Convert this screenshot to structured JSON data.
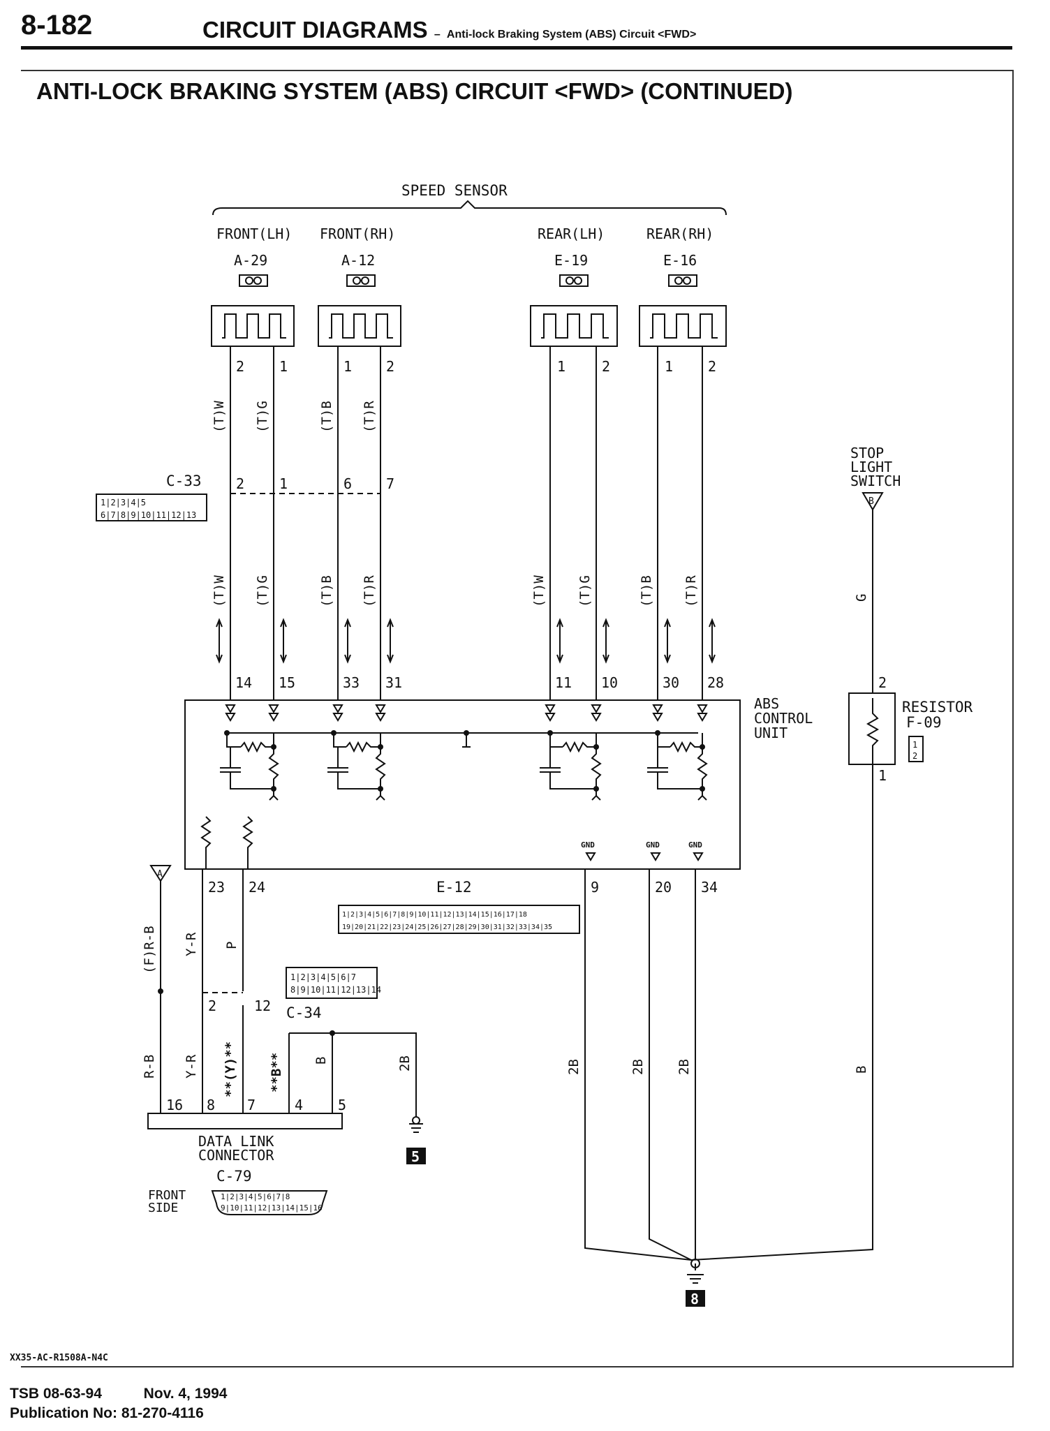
{
  "header": {
    "page_number": "8-182",
    "title": "CIRCUIT DIAGRAMS",
    "dash": "–",
    "subtitle": "Anti-lock Braking System (ABS) Circuit <FWD>"
  },
  "section_title": "ANTI-LOCK BRAKING SYSTEM (ABS) CIRCUIT <FWD> (CONTINUED)",
  "diagram": {
    "speed_sensor_label": "SPEED SENSOR",
    "sensors": [
      {
        "name": "FRONT(LH)",
        "connector": "A-29",
        "pin_left": "2",
        "pin_right": "1"
      },
      {
        "name": "FRONT(RH)",
        "connector": "A-12",
        "pin_left": "1",
        "pin_right": "2"
      },
      {
        "name": "REAR(LH)",
        "connector": "E-19",
        "pin_left": "1",
        "pin_right": "2"
      },
      {
        "name": "REAR(RH)",
        "connector": "E-16",
        "pin_left": "1",
        "pin_right": "2"
      }
    ],
    "wire_colors_upper": [
      "(T)W",
      "(T)G",
      "(T)B",
      "(T)R"
    ],
    "wire_colors_lower": [
      "(T)W",
      "(T)G",
      "(T)B",
      "(T)R",
      "(T)W",
      "(T)G",
      "(T)B",
      "(T)R"
    ],
    "c33": {
      "label": "C-33",
      "pins": [
        "2",
        "1",
        "6",
        "7"
      ],
      "grid_row1": [
        "1",
        "2",
        "",
        "",
        "3",
        "4",
        "5"
      ],
      "grid_row2": [
        "6",
        "7",
        "8",
        "9",
        "10",
        "11",
        "12",
        "13"
      ]
    },
    "ecu_pins_top": [
      "14",
      "15",
      "33",
      "31",
      "11",
      "10",
      "30",
      "28"
    ],
    "ecu_label": "ABS CONTROL UNIT",
    "ecu_label_lines": [
      "ABS",
      "CONTROL",
      "UNIT"
    ],
    "gnd_label": "GND",
    "ecu_pins_bottom": [
      "23",
      "24",
      "9",
      "20",
      "34"
    ],
    "e12": {
      "label": "E-12",
      "grid_row1": [
        "1",
        "2",
        "3",
        "4",
        "5",
        "6",
        "7",
        "8",
        "9",
        "10",
        "11",
        "12",
        "13",
        "14",
        "15",
        "16",
        "17",
        "18"
      ],
      "grid_row2": [
        "19",
        "20",
        "21",
        "22",
        "23",
        "24",
        "25",
        "26",
        "27",
        "28",
        "29",
        "30",
        "31",
        "32",
        "33",
        "34",
        "35"
      ]
    },
    "stop_light": {
      "lines": [
        "STOP",
        "LIGHT",
        "SWITCH"
      ],
      "marker": "B",
      "wire": "G"
    },
    "resistor": {
      "label": "RESISTOR",
      "connector": "F-09",
      "pin_top": "2",
      "pin_bottom": "1",
      "wire_below": "B",
      "grid": [
        "1",
        "2"
      ]
    },
    "left_wires": {
      "marker_a": "A",
      "fr_b": "(F)R-B",
      "r_b": "R-B",
      "y_r_upper": "Y-R",
      "p": "P",
      "y_r_lower": "Y-R",
      "y_star": "**(Y)**",
      "b_star": "**B**",
      "b": "B",
      "two_b": "2B"
    },
    "c34": {
      "label": "C-34",
      "pin_a": "2",
      "pin_b": "12",
      "grid_row1": [
        "1",
        "2",
        "3",
        "4",
        "5",
        "6",
        "7"
      ],
      "grid_row2": [
        "8",
        "9",
        "10",
        "11",
        "12",
        "13",
        "14"
      ]
    },
    "dlc": {
      "lines": [
        "DATA LINK",
        "CONNECTOR"
      ],
      "connector": "C-79",
      "pins": [
        "16",
        "8",
        "7",
        "4",
        "5"
      ],
      "front_side": [
        "FRONT",
        "SIDE"
      ],
      "grid_row1": [
        "1",
        "2",
        "3",
        "4",
        "5",
        "6",
        "7",
        "8"
      ],
      "grid_row2": [
        "9",
        "10",
        "11",
        "12",
        "13",
        "14",
        "15",
        "16"
      ]
    },
    "ground_wires": [
      "2B",
      "2B",
      "2B"
    ],
    "ground_5": "5",
    "ground_8": "8"
  },
  "footer": {
    "code": "XX35-AC-R1508A-N4C",
    "tsb": "TSB 08-63-94",
    "date": "Nov. 4, 1994",
    "publication": "Publication No:  81-270-4116"
  }
}
